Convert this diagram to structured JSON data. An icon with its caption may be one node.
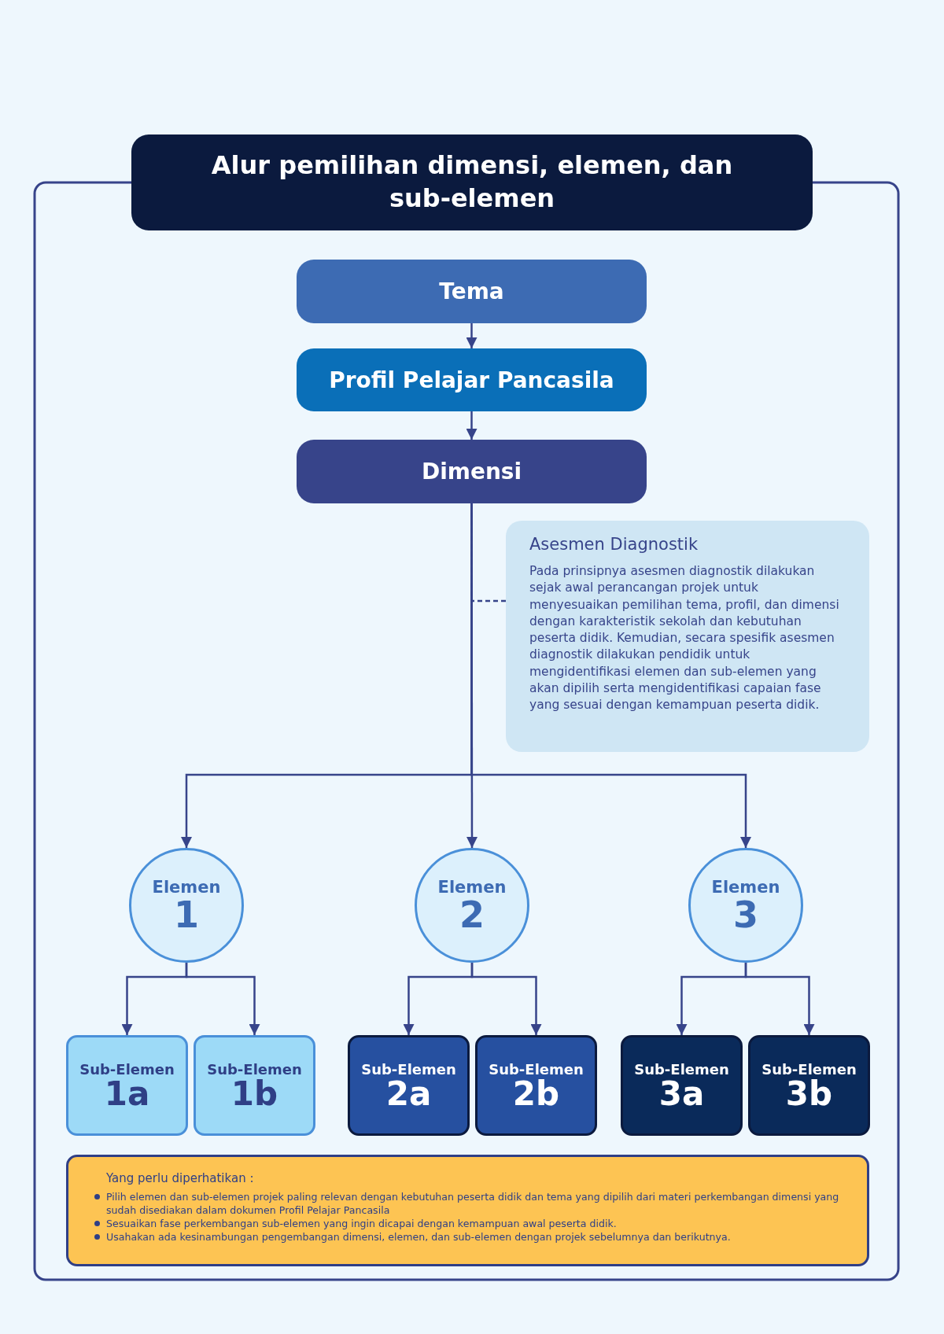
{
  "diagram": {
    "title": "Alur pemilihan dimensi, elemen, dan sub-elemen",
    "nodes": [
      {
        "text": [
          "Tema"
        ]
      },
      {
        "text": [
          "Profil Pelajar Pancasila"
        ]
      },
      {
        "text": [
          "Dimensi"
        ]
      },
      {
        "text": [
          "Asesmen Diagnostik",
          "Pada prinsipnya asesmen diagnostik dilakukan sejak awal perancangan projek untuk menyesuaikan pemilihan tema, profil, dan dimensi dengan karakteristik sekolah dan kebutuhan peserta didik. Kemudian, secara spesifik asesmen diagnostik dilakukan pendidik untuk mengidentifikasi elemen dan sub-elemen yang akan dipilih serta mengidentifikasi capaian fase yang sesuai dengan kemampuan peserta didik."
        ]
      },
      {
        "text": [
          "Elemen",
          "1"
        ]
      },
      {
        "text": [
          "Elemen",
          "2"
        ]
      },
      {
        "text": [
          "Elemen",
          "3"
        ]
      },
      {
        "text": [
          "Sub-Elemen",
          "1a"
        ]
      },
      {
        "text": [
          "Sub-Elemen",
          "1b"
        ]
      },
      {
        "text": [
          "Sub-Elemen",
          "2a"
        ]
      },
      {
        "text": [
          "Sub-Elemen",
          "2b"
        ]
      },
      {
        "text": [
          "Sub-Elemen",
          "3a"
        ]
      },
      {
        "text": [
          "Sub-Elemen",
          "3b"
        ]
      },
      {
        "text": [
          "Yang perlu diperhatikan :",
          "Pilih elemen dan sub-elemen projek paling relevan dengan kebutuhan peserta didik dan tema yang dipilih dari materi perkembangan dimensi yang sudah disediakan dalam dokumen Profil Pelajar Pancasila",
          "Sesuaikan fase perkembangan sub-elemen yang ingin dicapai dengan kemampuan awal peserta didik.",
          "Usahakan ada kesinambungan pengembangan dimensi, elemen, dan sub-elemen dengan projek sebelumnya dan berikutnya."
        ]
      }
    ],
    "edges": [
      {
        "from": 0,
        "to": 1,
        "arrow": "to"
      },
      {
        "from": 1,
        "to": 2,
        "arrow": "to"
      },
      {
        "from": 3,
        "to": 2,
        "arrow": "none",
        "style": "dashed"
      },
      {
        "from": 2,
        "to": 4,
        "arrow": "to"
      },
      {
        "from": 2,
        "to": 5,
        "arrow": "to"
      },
      {
        "from": 2,
        "to": 6,
        "arrow": "to"
      },
      {
        "from": 4,
        "to": 7,
        "arrow": "to"
      },
      {
        "from": 4,
        "to": 8,
        "arrow": "to"
      },
      {
        "from": 5,
        "to": 9,
        "arrow": "to"
      },
      {
        "from": 5,
        "to": 10,
        "arrow": "to"
      },
      {
        "from": 6,
        "to": 11,
        "arrow": "to"
      },
      {
        "from": 6,
        "to": 12,
        "arrow": "to"
      }
    ]
  }
}
